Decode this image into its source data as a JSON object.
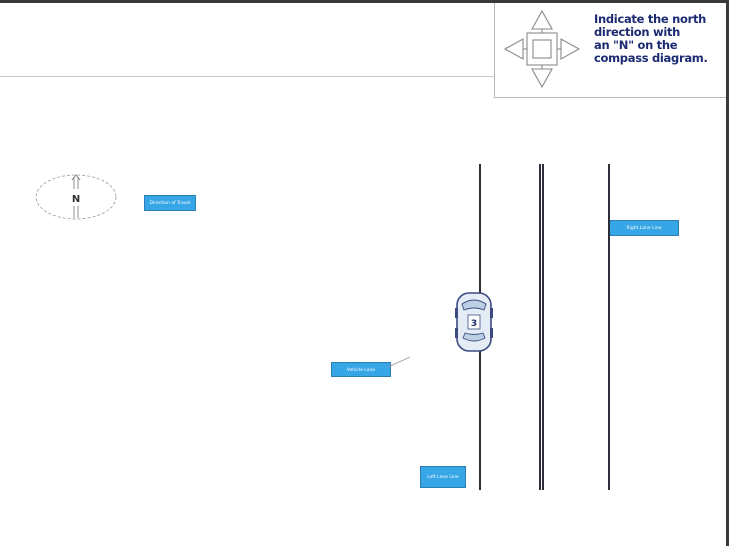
{
  "instruction": {
    "line1": "Indicate the north",
    "line2": "direction with",
    "line3": "an \"N\" on the",
    "line4": "compass diagram."
  },
  "north_compass": {
    "letter": "N"
  },
  "vehicle": {
    "number": "3"
  },
  "labels": {
    "left_top": "Direction of Travel",
    "right_top": "Right Lane Line",
    "middle": "Vehicle Lane",
    "bottom": "Left Lane Line"
  },
  "colors": {
    "frame": "#3a3a3a",
    "instruction_text": "#1c2a72",
    "label_fill": "#36a6e6",
    "road_line": "#2e2e3a"
  }
}
